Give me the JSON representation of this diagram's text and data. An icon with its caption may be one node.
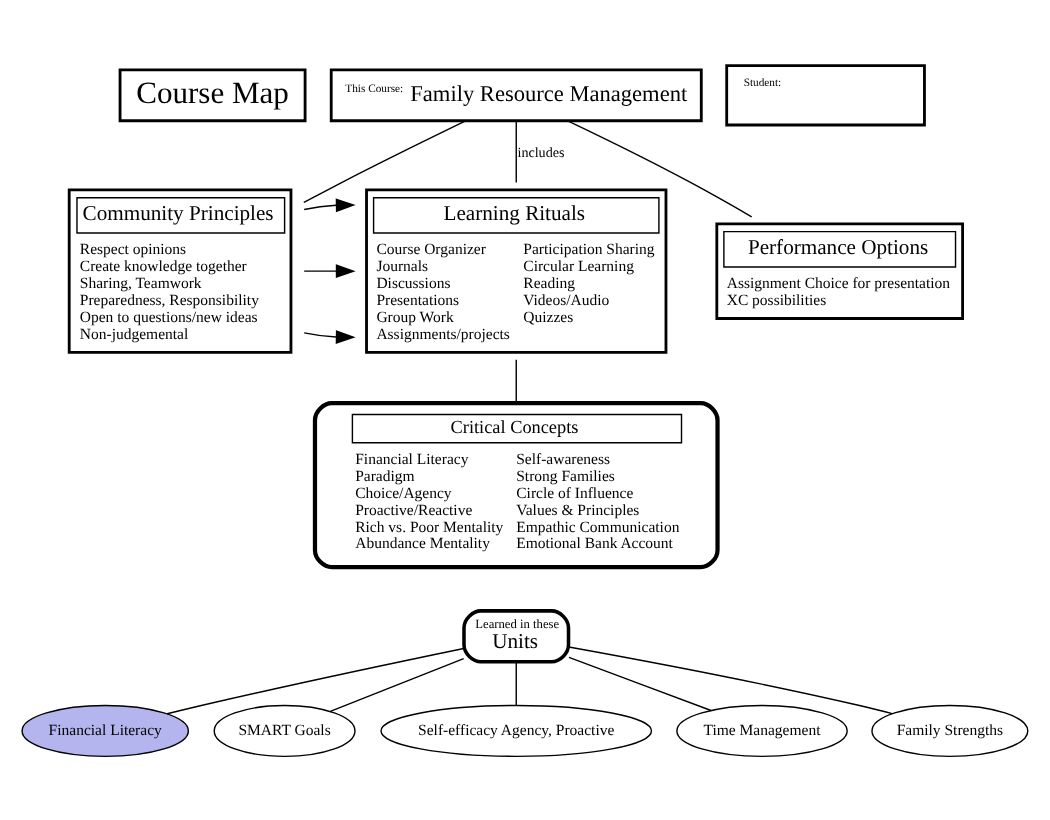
{
  "diagram": {
    "nodes": [
      {
        "text": [
          "Course Map"
        ]
      },
      {
        "text": [
          "This Course:",
          "Family Resource Management"
        ]
      },
      {
        "text": [
          "Student:"
        ]
      },
      {
        "text": [
          "Community Principles",
          "Respect opinions",
          "Create knowledge together",
          "Sharing, Teamwork",
          "Preparedness, Responsibility",
          "Open to questions/new ideas",
          "Non-judgemental"
        ]
      },
      {
        "text": [
          "Learning Rituals",
          "Course Organizer",
          "Journals",
          "Discussions",
          "Presentations",
          "Group Work",
          "Assignments/projects",
          "Participation Sharing",
          "Circular Learning",
          "Reading",
          "Videos/Audio",
          "Quizzes"
        ]
      },
      {
        "text": [
          "Performance Options",
          "Assignment Choice for presentation",
          "XC possibilities"
        ]
      },
      {
        "text": [
          "Critical Concepts",
          "Financial Literacy",
          "Paradigm",
          "Choice/Agency",
          "Proactive/Reactive",
          "Rich vs. Poor Mentality",
          "Abundance Mentality",
          "Self-awareness",
          "Strong Families",
          "Circle of Influence",
          "Values & Principles",
          "Empathic Communication",
          "Emotional Bank Account"
        ]
      },
      {
        "text": [
          "Learned in these",
          "Units"
        ]
      },
      {
        "text": [
          "Financial Literacy"
        ]
      },
      {
        "text": [
          "SMART Goals"
        ]
      },
      {
        "text": [
          "Self-efficacy Agency, Proactive"
        ]
      },
      {
        "text": [
          "Time Management"
        ]
      },
      {
        "text": [
          "Family Strengths"
        ]
      }
    ],
    "edges": [
      {
        "from": 1,
        "to": 3,
        "arrow": "none"
      },
      {
        "from": 1,
        "to": 4,
        "arrow": "none",
        "label": "includes"
      },
      {
        "from": 1,
        "to": 5,
        "arrow": "none"
      },
      {
        "from": 3,
        "to": 4,
        "arrow": "to"
      },
      {
        "from": 3,
        "to": 4,
        "arrow": "to"
      },
      {
        "from": 3,
        "to": 4,
        "arrow": "to"
      },
      {
        "from": 4,
        "to": 6,
        "arrow": "none"
      },
      {
        "from": 7,
        "to": 8,
        "arrow": "none"
      },
      {
        "from": 7,
        "to": 9,
        "arrow": "none"
      },
      {
        "from": 7,
        "to": 10,
        "arrow": "none"
      },
      {
        "from": 7,
        "to": 11,
        "arrow": "none"
      },
      {
        "from": 7,
        "to": 12,
        "arrow": "none"
      }
    ]
  }
}
